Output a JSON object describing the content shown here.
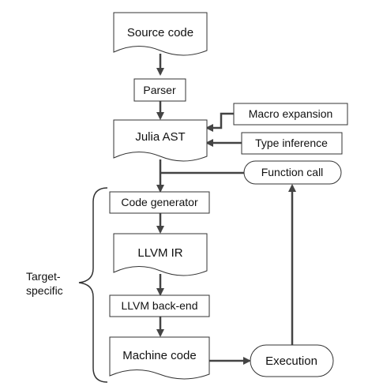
{
  "diagram": {
    "nodes": {
      "source_code": "Source code",
      "parser": "Parser",
      "julia_ast": "Julia AST",
      "macro_expansion": "Macro expansion",
      "type_inference": "Type inference",
      "function_call": "Function call",
      "code_generator": "Code generator",
      "llvm_ir": "LLVM IR",
      "llvm_backend": "LLVM back-end",
      "machine_code": "Machine code",
      "execution": "Execution"
    },
    "group_label_line1": "Target-",
    "group_label_line2": "specific",
    "colors": {
      "stroke": "#333333",
      "edge": "#444444",
      "text": "#111111",
      "background": "#ffffff"
    }
  }
}
